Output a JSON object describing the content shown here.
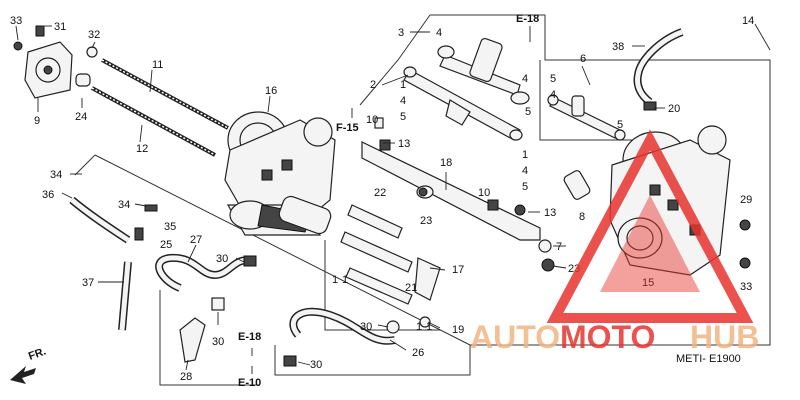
{
  "part_numbers": {
    "p1": "1",
    "p2": "2",
    "p3": "3",
    "p4": "4",
    "p5": "5",
    "p6": "6",
    "p7": "7",
    "p8": "8",
    "p9": "9",
    "p10": "10",
    "p11": "11",
    "p12": "12",
    "p13": "13",
    "p14": "14",
    "p15": "15",
    "p16": "16",
    "p17": "17",
    "p18": "18",
    "p19": "19",
    "p20": "20",
    "p21": "21",
    "p22": "22",
    "p23": "23",
    "p24": "24",
    "p25": "25",
    "p26": "26",
    "p27": "27",
    "p28": "28",
    "p29": "29",
    "p30": "30",
    "p31": "31",
    "p32": "32",
    "p33": "33",
    "p34": "34",
    "p35": "35",
    "p36": "36",
    "p37": "37",
    "p38": "38"
  },
  "references": {
    "e18_top": "E-18",
    "f15": "F-15",
    "e18_bottom": "E-18",
    "e10": "E-10"
  },
  "direction": "FR.",
  "diagram_code": "METI- E1900",
  "watermark": {
    "text_auto": "AUTO",
    "text_moto": "MOTO",
    "text_hub": "HUB",
    "accent_color": "#e8342f",
    "secondary_color": "#f2b483"
  }
}
